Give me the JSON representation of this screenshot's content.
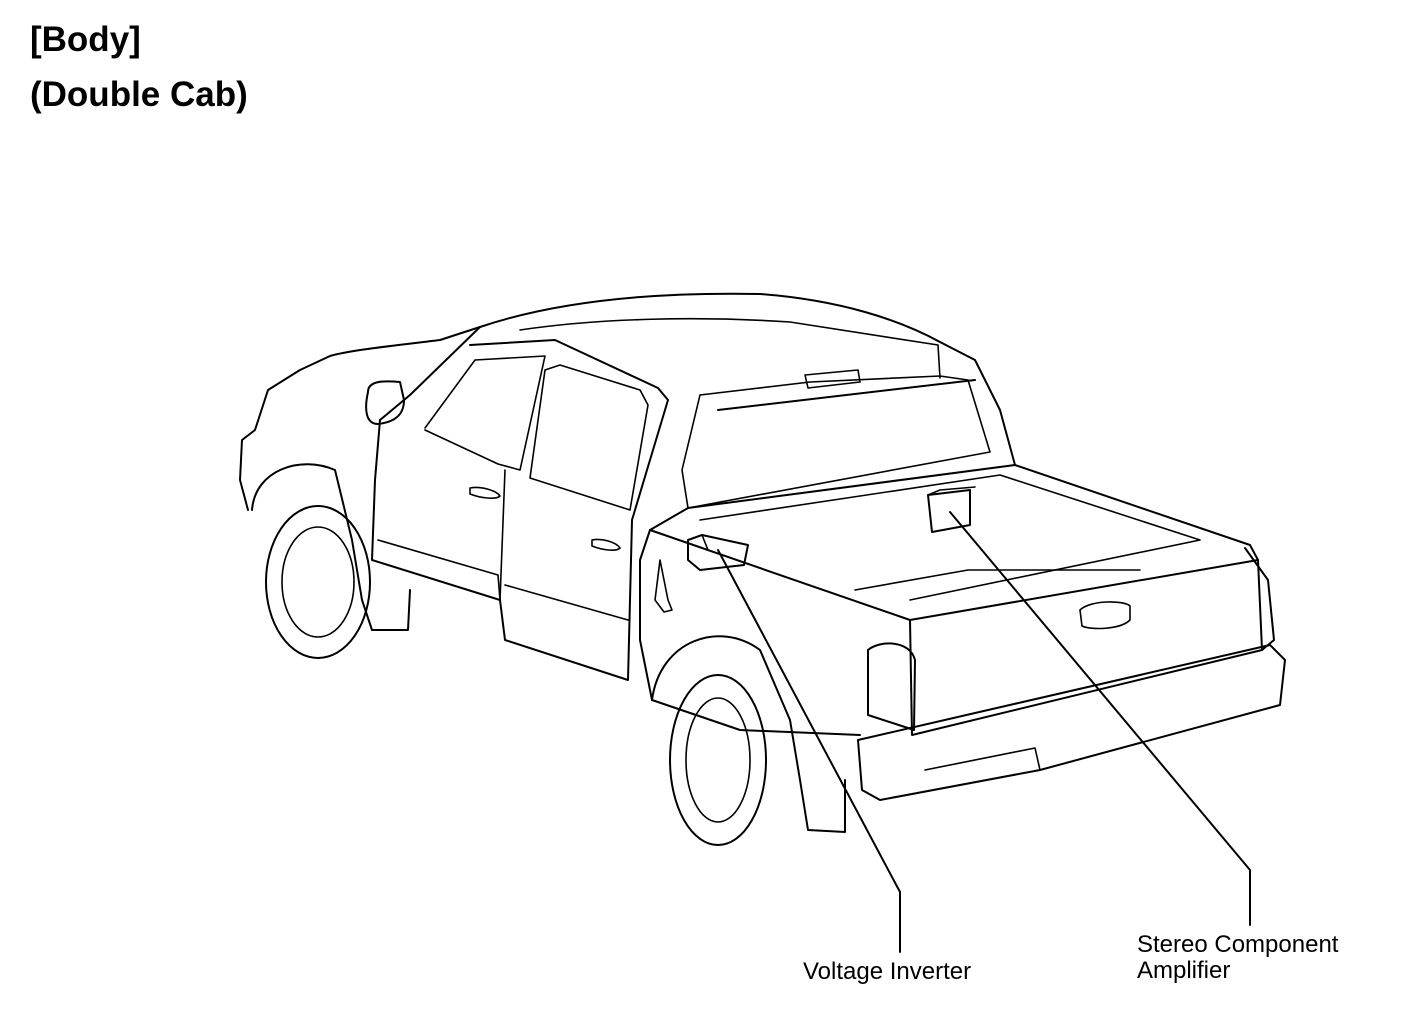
{
  "heading": {
    "line1": "[Body]",
    "line2": "(Double Cab)"
  },
  "callouts": {
    "voltage_inverter": "Voltage Inverter",
    "stereo_amplifier_line1": "Stereo Component",
    "stereo_amplifier_line2": "Amplifier"
  }
}
